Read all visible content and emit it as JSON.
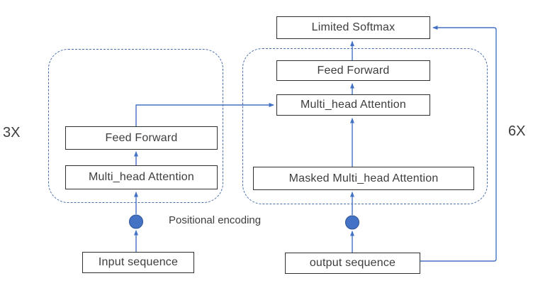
{
  "colors": {
    "accent": "#4472C4",
    "dashed_border": "#4a6da7",
    "box_border": "#2f2f2f",
    "text": "#3d3d3d",
    "background": "#ffffff"
  },
  "nodes": {
    "limited_softmax": "Limited Softmax",
    "decoder_feed_forward": "Feed Forward",
    "decoder_multi_head_attention": "Multi_head Attention",
    "masked_multi_head_attention": "Masked Multi_head Attention",
    "encoder_feed_forward": "Feed Forward",
    "encoder_multi_head_attention": "Multi_head Attention",
    "input_sequence": "Input sequence",
    "output_sequence": "output sequence"
  },
  "labels": {
    "encoder_repeat": "3X",
    "decoder_repeat": "6X",
    "positional_encoding": "Positional encoding"
  }
}
